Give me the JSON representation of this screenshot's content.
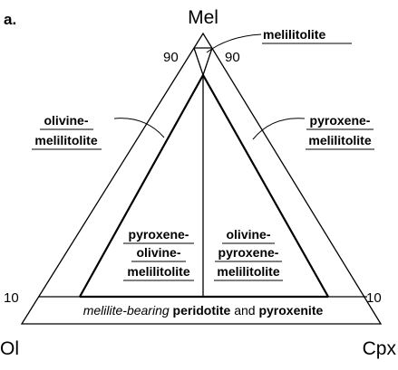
{
  "panel_label": "a.",
  "apices": {
    "top": "Mel",
    "left": "Ol",
    "right": "Cpx"
  },
  "ticks": {
    "top_left": "90",
    "top_right": "90",
    "bottom_left": "10",
    "bottom_right": "10"
  },
  "fields": {
    "melilitolite": [
      "melilitolite"
    ],
    "olivine_melilitolite": [
      "olivine-",
      "melilitolite"
    ],
    "pyroxene_melilitolite": [
      "pyroxene-",
      "melilitolite"
    ],
    "pyroxene_olivine_melilitolite": [
      "pyroxene-",
      "olivine-",
      "melilitolite"
    ],
    "olivine_pyroxene_melilitolite": [
      "olivine-",
      "pyroxene-",
      "melilitolite"
    ]
  },
  "bottom_field": {
    "prefix": "melilite-bearing ",
    "part1": "peridotite",
    "joiner": " and ",
    "part2": "pyroxenite"
  }
}
